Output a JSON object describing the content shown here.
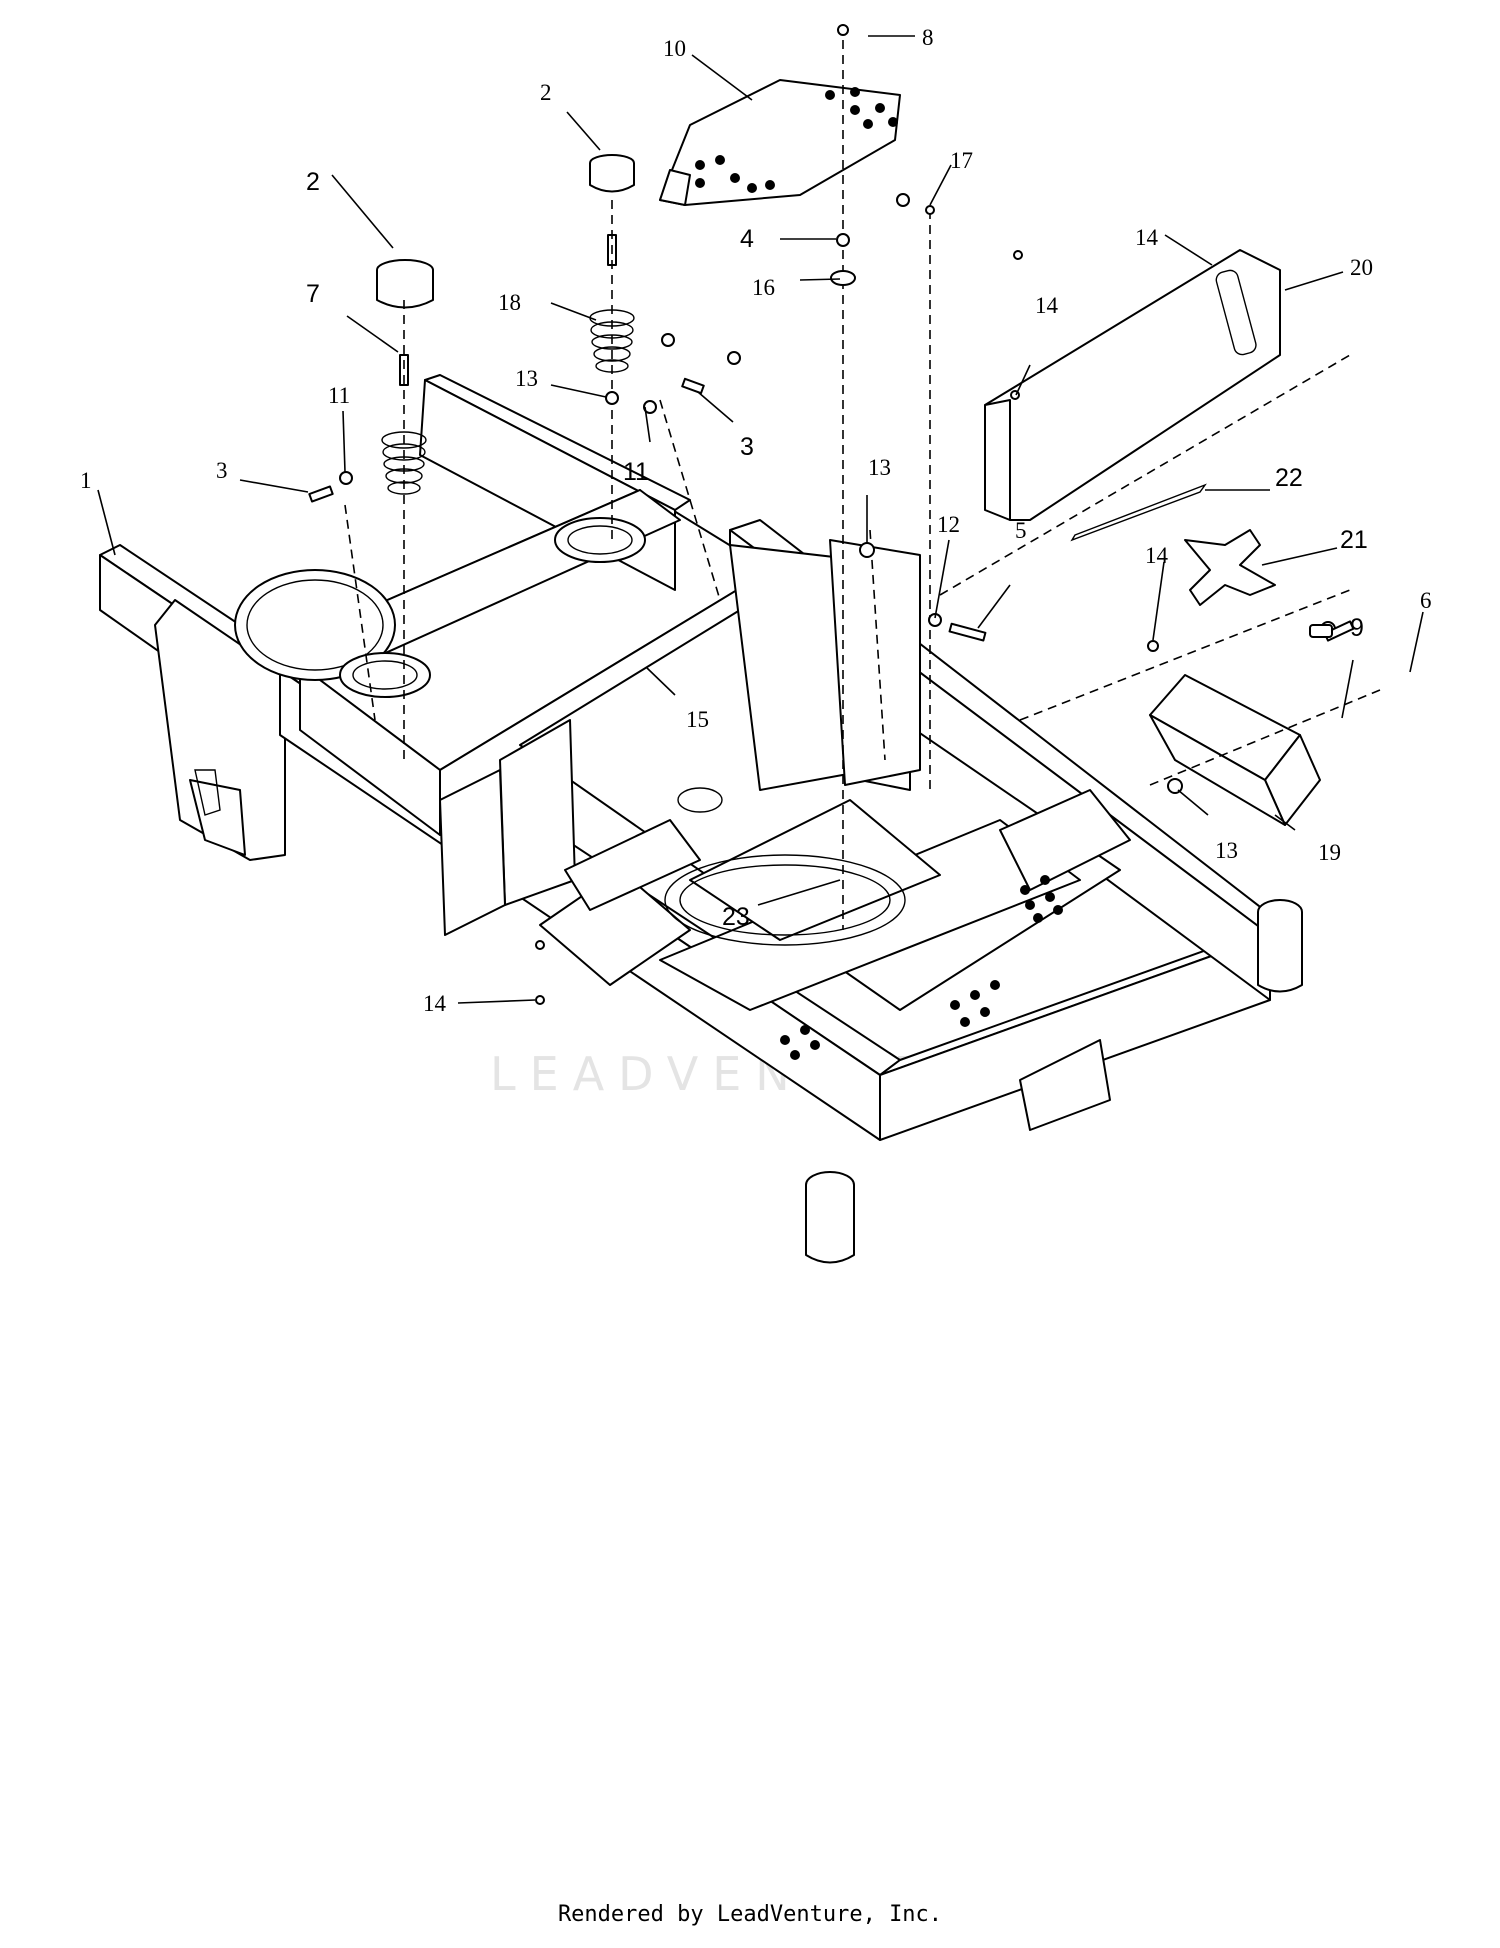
{
  "footer_text": "Rendered by LeadVenture, Inc.",
  "watermark_text": "LEADVENTURE",
  "callouts": [
    {
      "id": "c1",
      "label": "1"
    },
    {
      "id": "c2a",
      "label": "2"
    },
    {
      "id": "c2b",
      "label": "2"
    },
    {
      "id": "c3a",
      "label": "3"
    },
    {
      "id": "c3b",
      "label": "3"
    },
    {
      "id": "c4",
      "label": "4"
    },
    {
      "id": "c5",
      "label": "5"
    },
    {
      "id": "c6",
      "label": "6"
    },
    {
      "id": "c7",
      "label": "7"
    },
    {
      "id": "c8",
      "label": "8"
    },
    {
      "id": "c9",
      "label": "9"
    },
    {
      "id": "c10",
      "label": "10"
    },
    {
      "id": "c11a",
      "label": "11"
    },
    {
      "id": "c11b",
      "label": "11"
    },
    {
      "id": "c12",
      "label": "12"
    },
    {
      "id": "c13a",
      "label": "13"
    },
    {
      "id": "c13b",
      "label": "13"
    },
    {
      "id": "c13c",
      "label": "13"
    },
    {
      "id": "c14a",
      "label": "14"
    },
    {
      "id": "c14b",
      "label": "14"
    },
    {
      "id": "c14c",
      "label": "14"
    },
    {
      "id": "c14d",
      "label": "14"
    },
    {
      "id": "c15",
      "label": "15"
    },
    {
      "id": "c16",
      "label": "16"
    },
    {
      "id": "c17",
      "label": "17"
    },
    {
      "id": "c18",
      "label": "18"
    },
    {
      "id": "c19",
      "label": "19"
    },
    {
      "id": "c20",
      "label": "20"
    },
    {
      "id": "c21",
      "label": "21"
    },
    {
      "id": "c22",
      "label": "22"
    },
    {
      "id": "c23",
      "label": "23"
    }
  ],
  "colors": {
    "line": "#000000",
    "background": "#ffffff",
    "watermark": "#e4e4e4"
  }
}
